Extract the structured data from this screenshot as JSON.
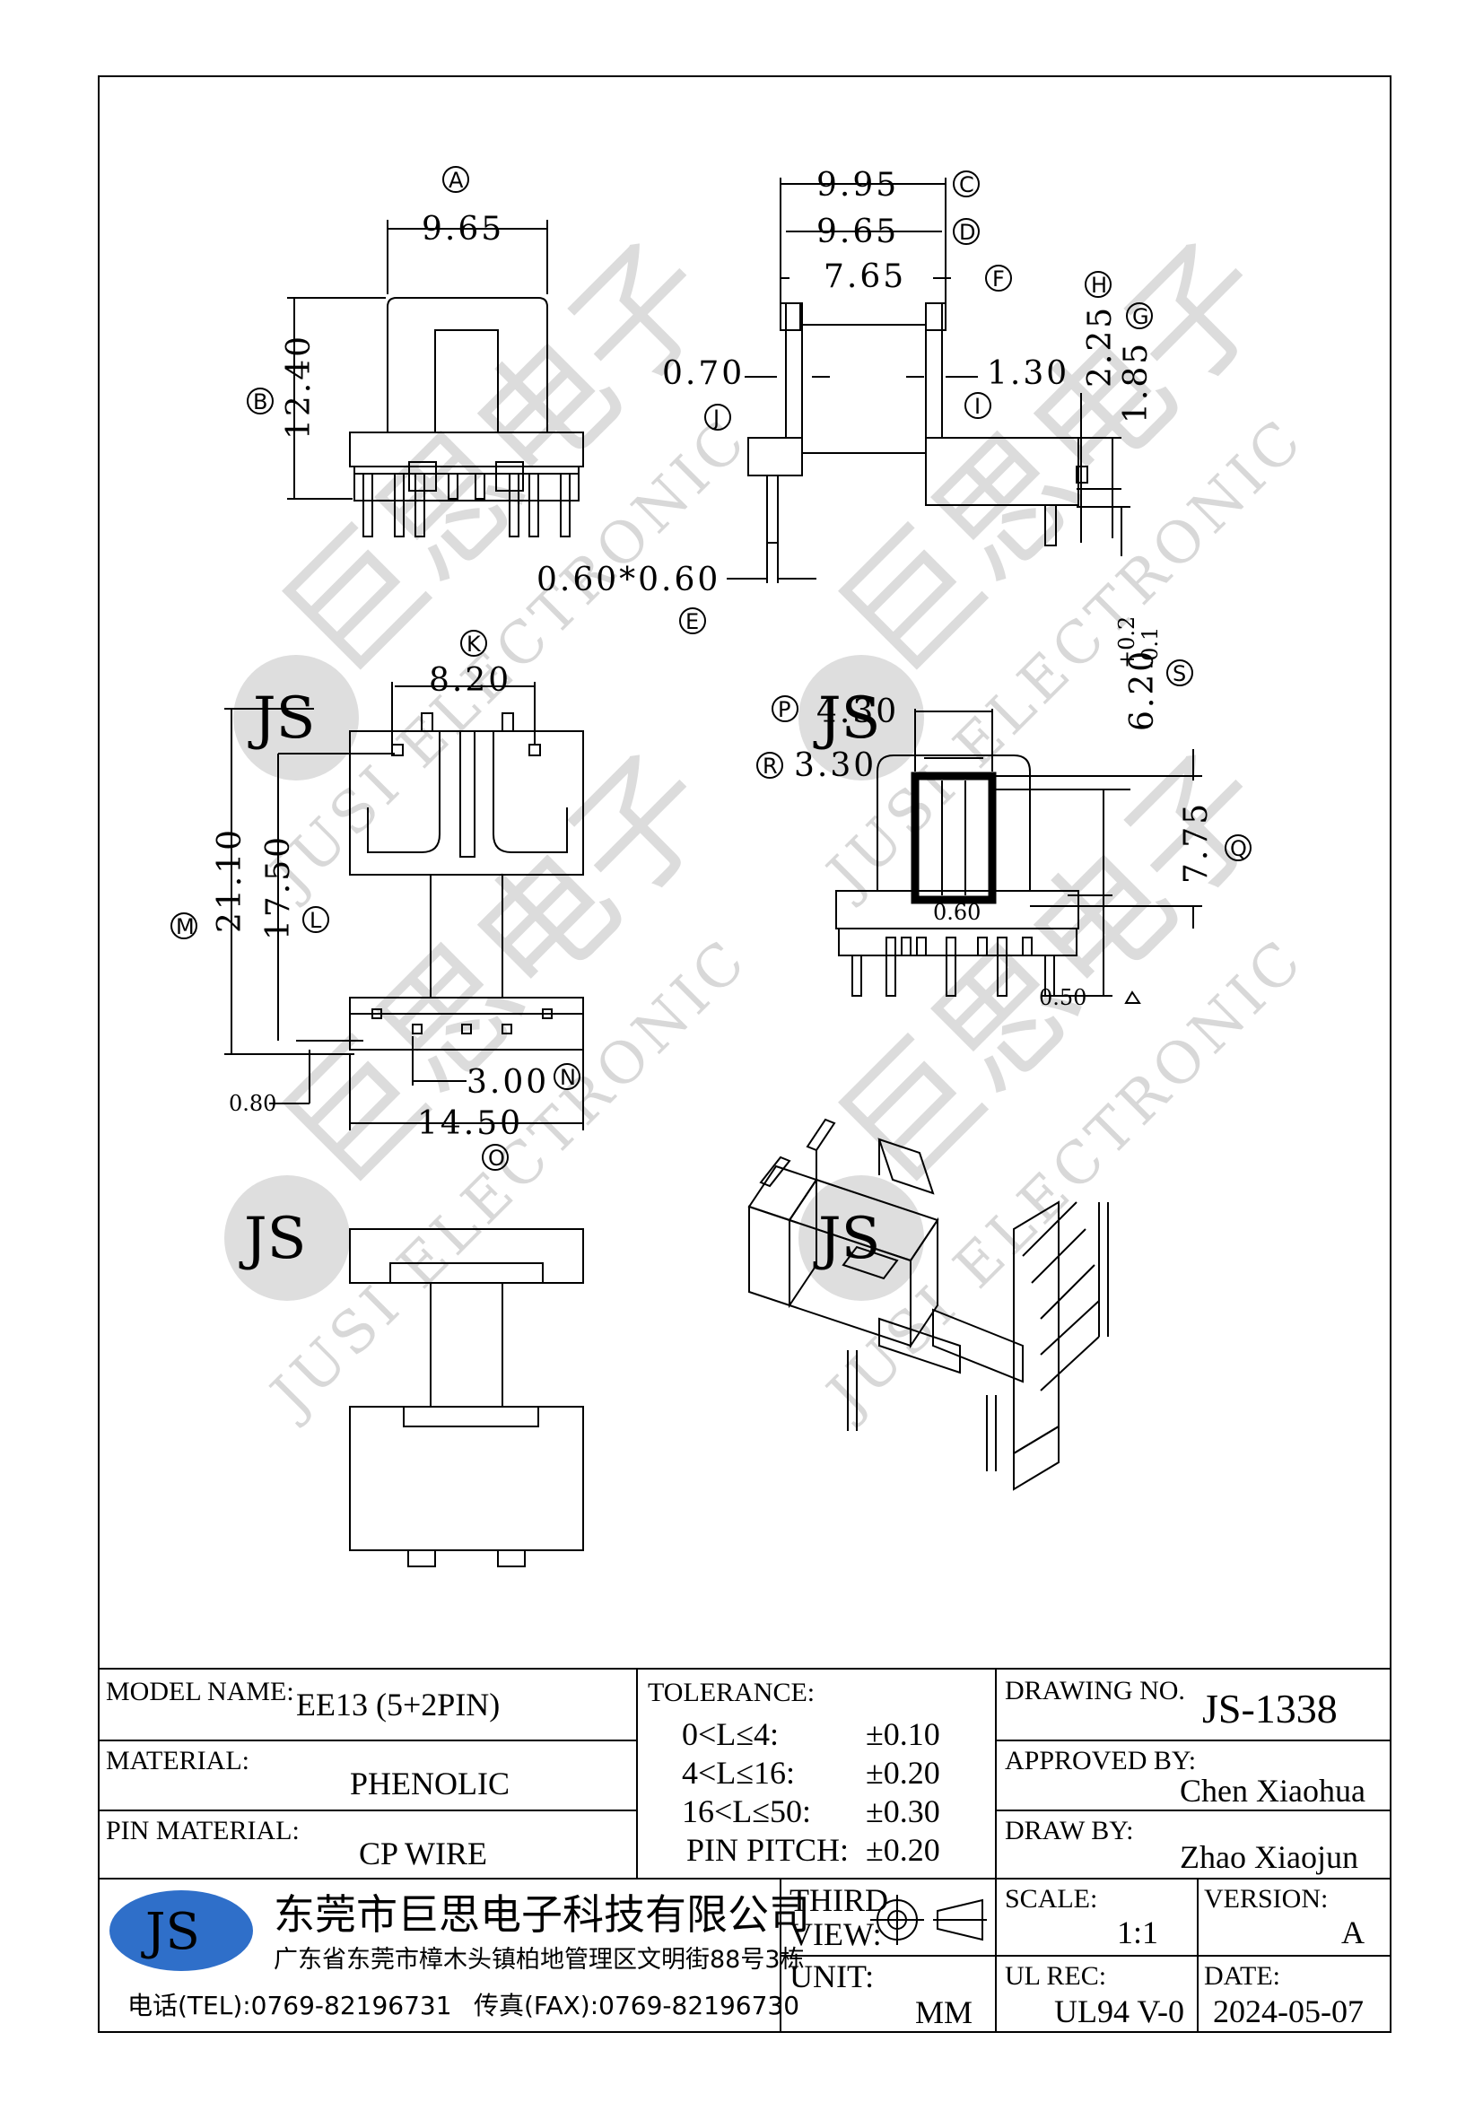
{
  "drawing": {
    "dimensions": {
      "A": "9.65",
      "B": "12.40",
      "C": "9.95",
      "D": "9.65",
      "F": "7.65",
      "J": "0.70",
      "I": "1.30",
      "H": "2.25",
      "G": "1.85",
      "E": "0.60*0.60",
      "K": "8.20",
      "M": "21.10",
      "L": "17.50",
      "N": "3.00",
      "O": "14.50",
      "small_080": "0.80",
      "P": "4.30",
      "R": "3.30",
      "S_base": "6.20",
      "S_plus": "+0.2",
      "S_minus": "-0.1",
      "Q": "7.75",
      "small_060": "0.60",
      "small_050": "0.50"
    },
    "labels": {
      "A": "A",
      "B": "B",
      "C": "C",
      "D": "D",
      "E": "E",
      "F": "F",
      "G": "G",
      "H": "H",
      "I": "I",
      "J": "J",
      "K": "K",
      "L": "L",
      "M": "M",
      "N": "N",
      "O": "O",
      "P": "P",
      "Q": "Q",
      "R": "R",
      "S": "S"
    },
    "watermark": {
      "text": "JUSI ELECTRONIC",
      "logo": "JS",
      "cn": "巨思电子"
    }
  },
  "title_block": {
    "model_name_label": "MODEL NAME:",
    "model_name": "EE13 (5+2PIN)",
    "material_label": "MATERIAL:",
    "material": "PHENOLIC",
    "pin_material_label": "PIN MATERIAL:",
    "pin_material": "CP WIRE",
    "tolerance_label": "TOLERANCE:",
    "tolerances": [
      {
        "range": "0<L≤4:",
        "value": "±0.10"
      },
      {
        "range": "4<L≤16:",
        "value": "±0.20"
      },
      {
        "range": "16<L≤50:",
        "value": "±0.30"
      },
      {
        "range": "PIN PITCH:",
        "value": "±0.20"
      }
    ],
    "drawing_no_label": "DRAWING NO.",
    "drawing_no": "JS-1338",
    "approved_by_label": "APPROVED BY:",
    "approved_by": "Chen Xiaohua",
    "draw_by_label": "DRAW BY:",
    "draw_by": "Zhao Xiaojun",
    "logo_text": "JS",
    "company_cn": "东莞市巨思电子科技有限公司",
    "address_cn": "广东省东莞市樟木头镇柏地管理区文明街88号3栋",
    "tel": "电话(TEL):0769-82196731",
    "fax": "传真(FAX):0769-82196730",
    "third_label": "THIRD",
    "view_label": "VIEW:",
    "unit_label": "UNIT:",
    "unit": "MM",
    "scale_label": "SCALE:",
    "scale": "1:1",
    "version_label": "VERSION:",
    "version": "A",
    "ul_rec_label": "UL REC:",
    "ul_rec": "UL94 V-0",
    "date_label": "DATE:",
    "date": "2024-05-07"
  },
  "colors": {
    "logo_blue": "#2f6fc9",
    "line": "#000000",
    "watermark": "#d8d8d8"
  }
}
